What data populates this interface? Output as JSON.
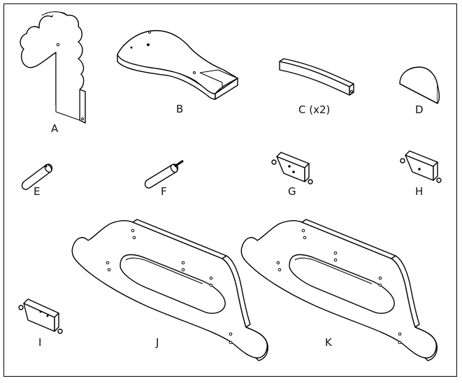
{
  "figure": {
    "parts": [
      {
        "id": "A",
        "label": "A"
      },
      {
        "id": "B",
        "label": "B"
      },
      {
        "id": "C",
        "label": "C (x2)"
      },
      {
        "id": "D",
        "label": "D"
      },
      {
        "id": "E",
        "label": "E"
      },
      {
        "id": "F",
        "label": "F"
      },
      {
        "id": "G",
        "label": "G"
      },
      {
        "id": "H",
        "label": "H"
      },
      {
        "id": "I",
        "label": "I"
      },
      {
        "id": "J",
        "label": "J"
      },
      {
        "id": "K",
        "label": "K"
      }
    ]
  }
}
